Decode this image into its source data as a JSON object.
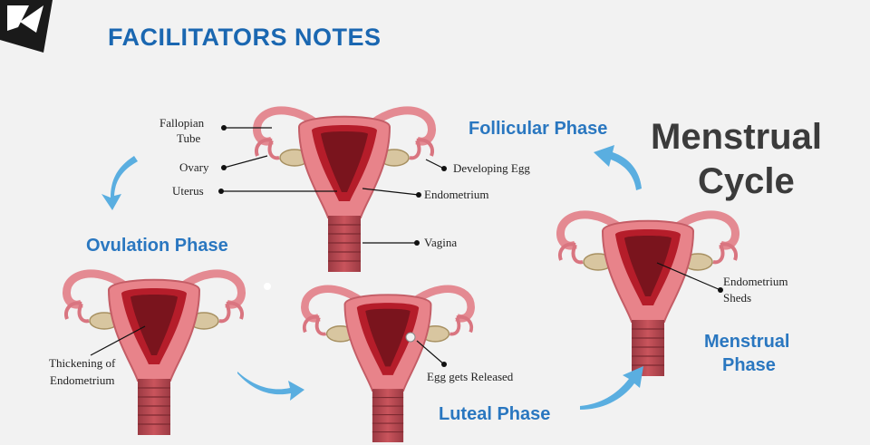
{
  "header": {
    "title": "FACILITATORS NOTES"
  },
  "diagram": {
    "title_line1": "Menstrual",
    "title_line2": "Cycle",
    "phases": {
      "follicular": "Follicular Phase",
      "ovulation": "Ovulation Phase",
      "luteal": "Luteal Phase",
      "menstrual_line1": "Menstrual",
      "menstrual_line2": "Phase"
    },
    "labels": {
      "fallopian_line1": "Fallopian",
      "fallopian_line2": "Tube",
      "ovary": "Ovary",
      "uterus": "Uterus",
      "developing_egg": "Developing Egg",
      "endometrium": "Endometrium",
      "vagina": "Vagina",
      "thickening_line1": "Thickening of",
      "thickening_line2": "Endometrium",
      "egg_released": "Egg gets Released",
      "sheds_line1": "Endometrium",
      "sheds_line2": "Sheds"
    },
    "colors": {
      "phase_text": "#2a77c0",
      "arrow": "#5aaee0",
      "tissue": "#e8838a",
      "lining": "#b51d2a"
    }
  }
}
